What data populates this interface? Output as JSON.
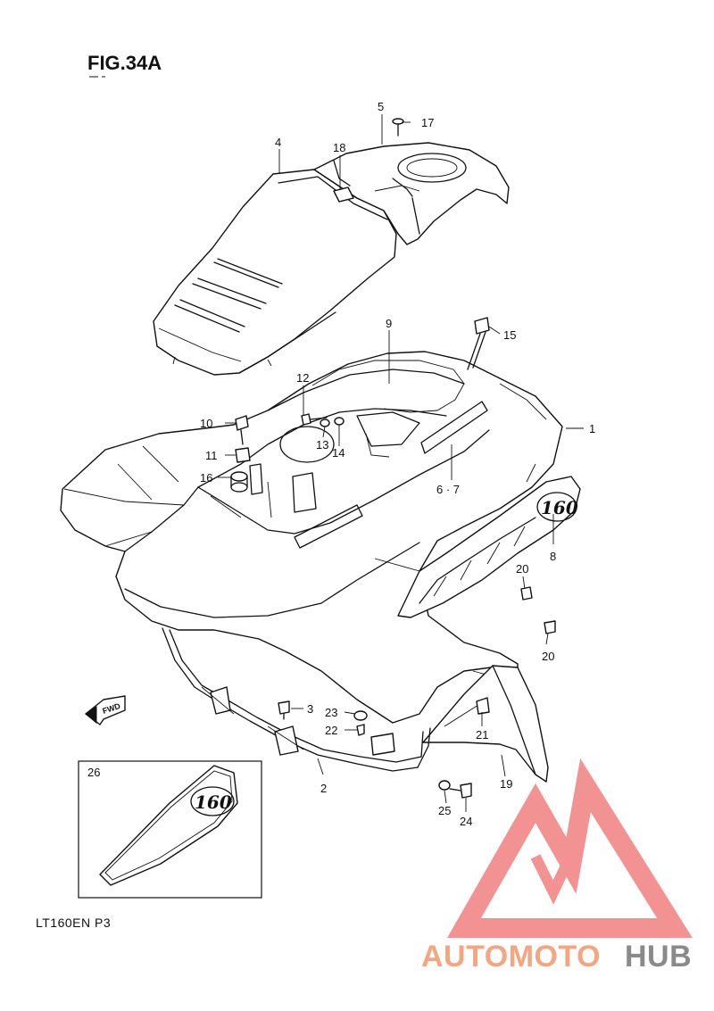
{
  "figure_title": "FIG.34A",
  "model_code": "LT160EN  P3",
  "fwd_label": "FWD",
  "inset_label": "26",
  "decal_text": "160",
  "callouts": [
    {
      "id": "c1",
      "text": "1"
    },
    {
      "id": "c2",
      "text": "2"
    },
    {
      "id": "c3",
      "text": "3"
    },
    {
      "id": "c4",
      "text": "4"
    },
    {
      "id": "c5",
      "text": "5"
    },
    {
      "id": "c67",
      "text": "6 · 7"
    },
    {
      "id": "c8",
      "text": "8"
    },
    {
      "id": "c9",
      "text": "9"
    },
    {
      "id": "c10",
      "text": "10"
    },
    {
      "id": "c11",
      "text": "11"
    },
    {
      "id": "c12",
      "text": "12"
    },
    {
      "id": "c13",
      "text": "13"
    },
    {
      "id": "c14",
      "text": "14"
    },
    {
      "id": "c15",
      "text": "15"
    },
    {
      "id": "c16",
      "text": "16"
    },
    {
      "id": "c17",
      "text": "17"
    },
    {
      "id": "c18",
      "text": "18"
    },
    {
      "id": "c19",
      "text": "19"
    },
    {
      "id": "c20a",
      "text": "20"
    },
    {
      "id": "c20b",
      "text": "20"
    },
    {
      "id": "c21",
      "text": "21"
    },
    {
      "id": "c22",
      "text": "22"
    },
    {
      "id": "c23",
      "text": "23"
    },
    {
      "id": "c24",
      "text": "24"
    },
    {
      "id": "c25",
      "text": "25"
    }
  ],
  "watermark": {
    "part1": "AUTOMOTO",
    "part2": "HUB",
    "color_primary": "#f4a582",
    "color_secondary": "#8a8a8a",
    "logo_color": "#f08080"
  }
}
